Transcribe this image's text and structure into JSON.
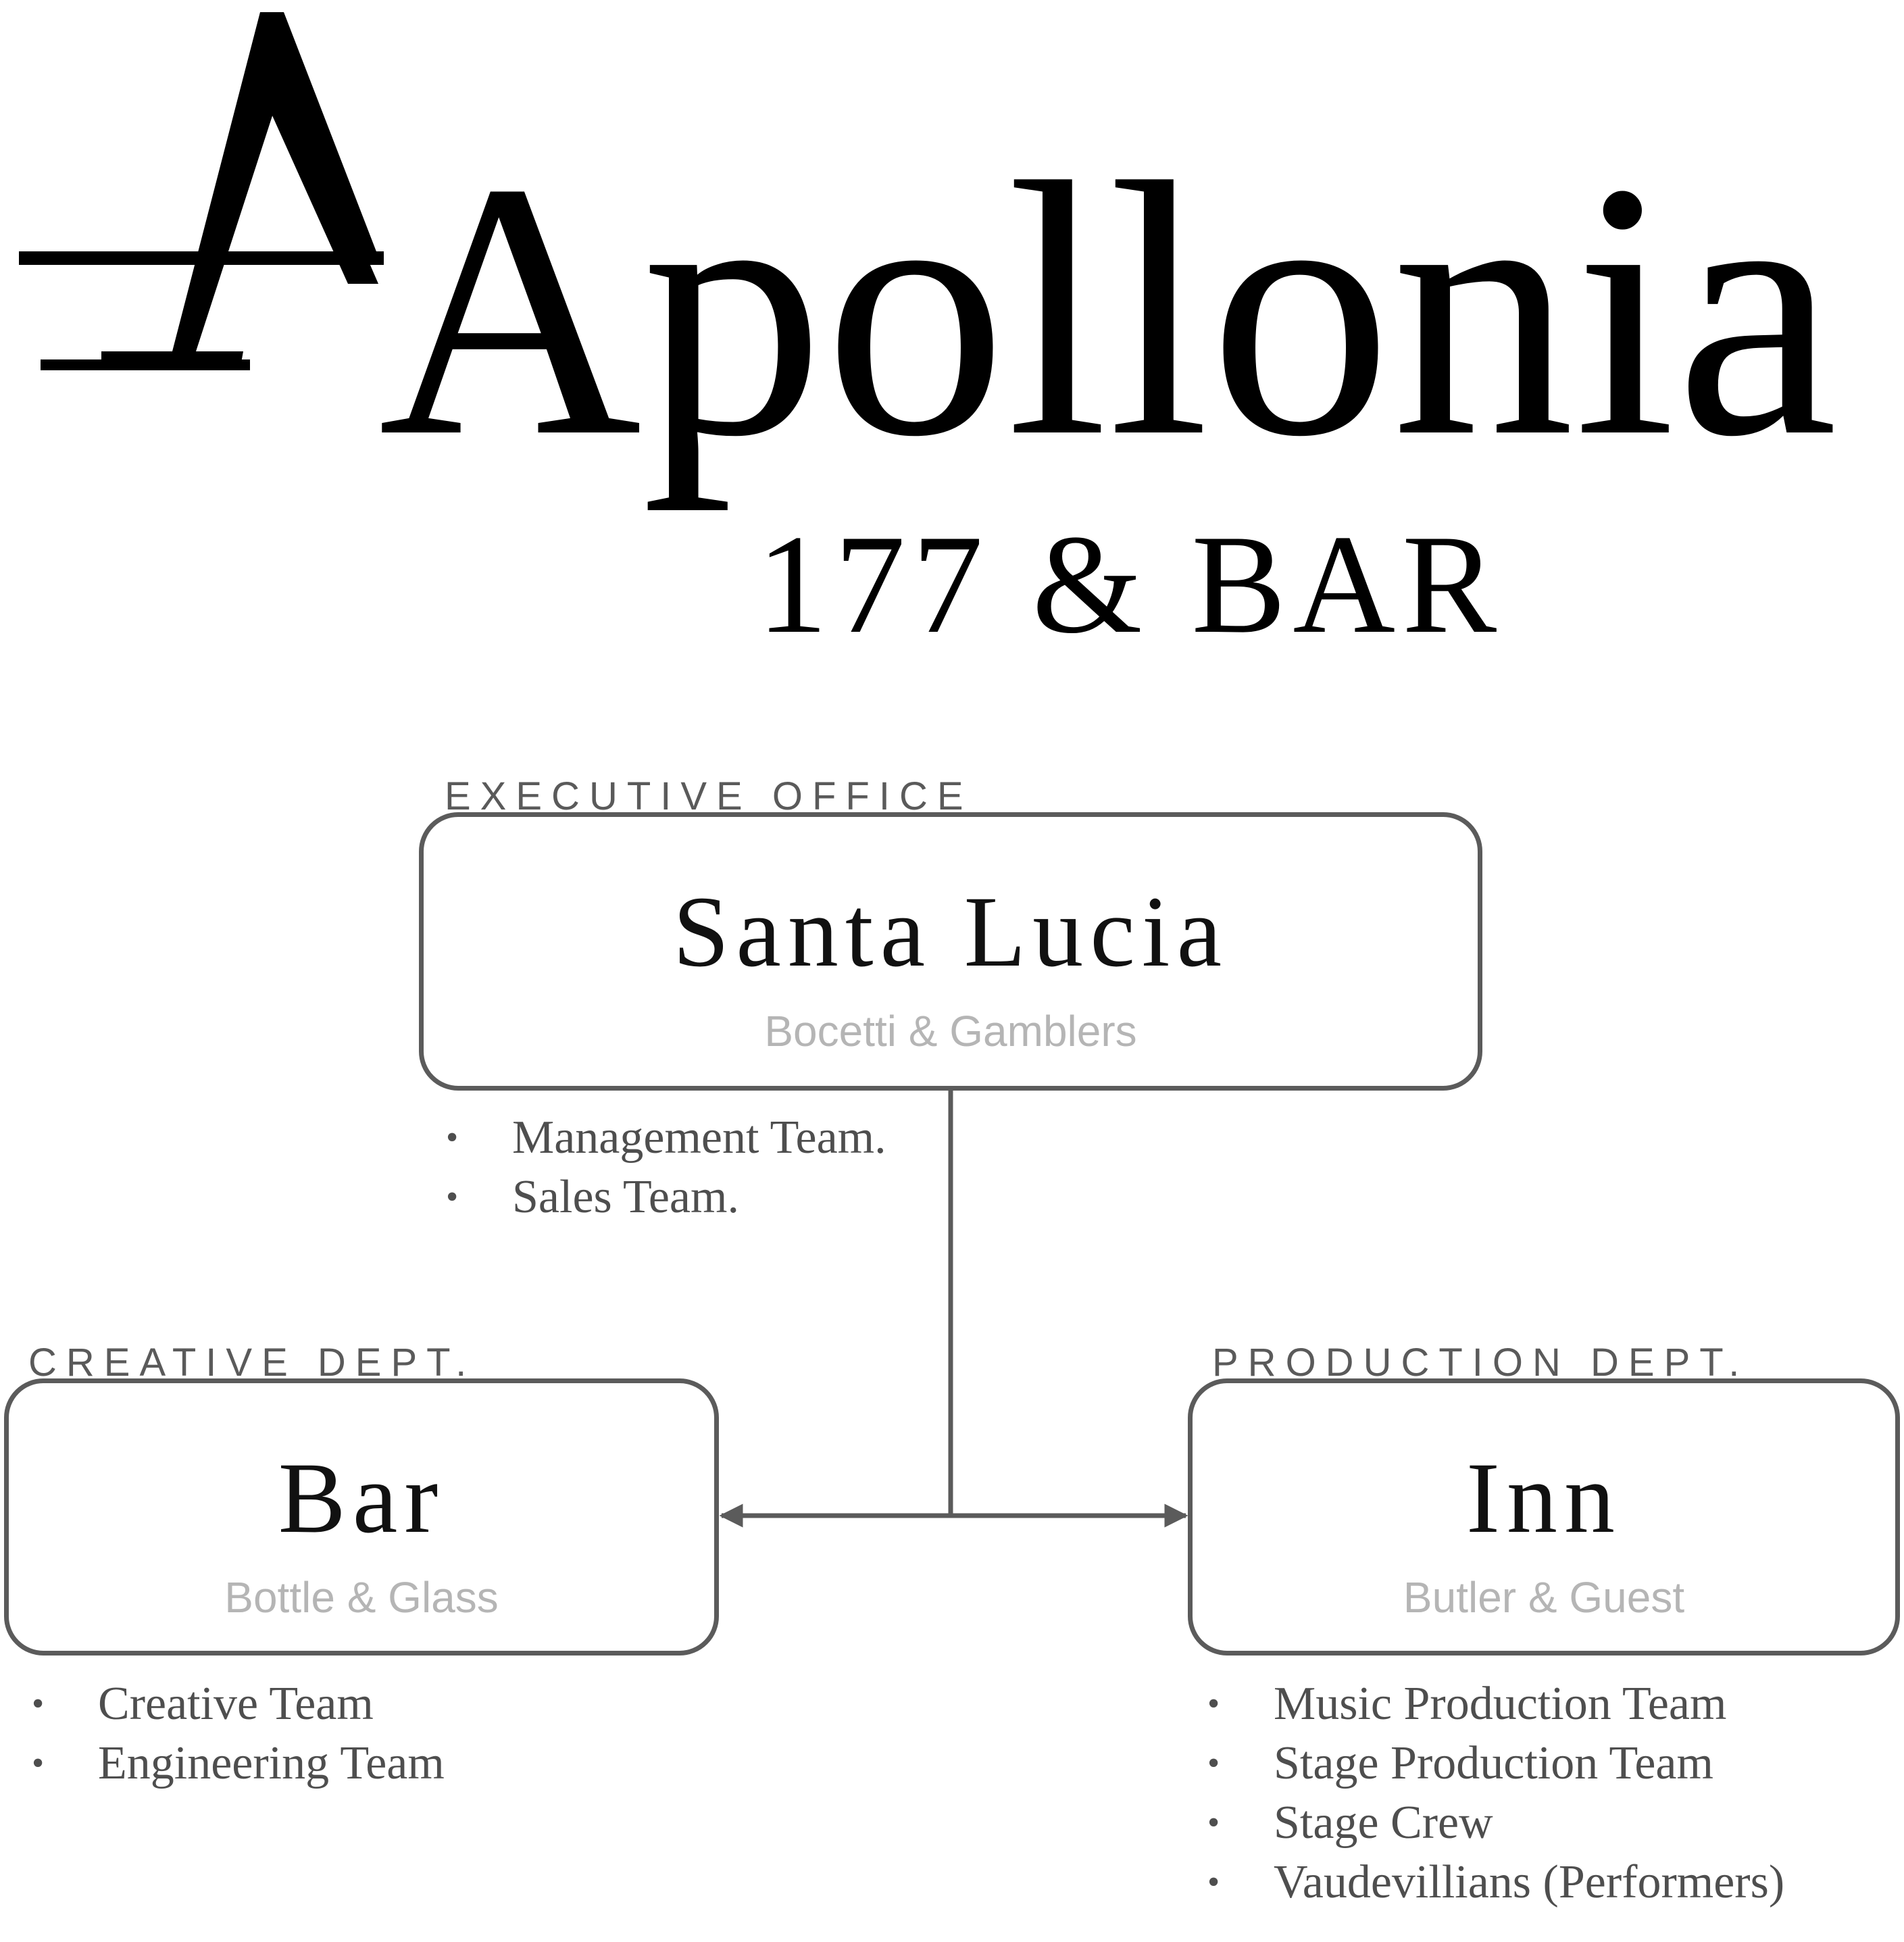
{
  "logo": {
    "name": "Apollonia",
    "tagline": "177 & BAR"
  },
  "nodes": {
    "executive": {
      "dept": "EXECUTIVE OFFICE",
      "title": "Santa Lucia",
      "subtitle": "Bocetti & Gamblers",
      "items": [
        "Management Team.",
        "Sales Team."
      ]
    },
    "creative": {
      "dept": "CREATIVE DEPT.",
      "title": "Bar",
      "subtitle": "Bottle & Glass",
      "items": [
        "Creative Team",
        "Engineering Team"
      ]
    },
    "production": {
      "dept": "PRODUCTION DEPT.",
      "title": "Inn",
      "subtitle": "Butler & Guest",
      "items": [
        "Music Production Team",
        "Stage Production Team",
        "Stage Crew",
        "Vaudevillians (Performers)"
      ]
    }
  },
  "colors": {
    "border": "#5b5b5b",
    "title": "#111111",
    "subtitle": "#b5b5b5",
    "text": "#4e4e4e"
  }
}
